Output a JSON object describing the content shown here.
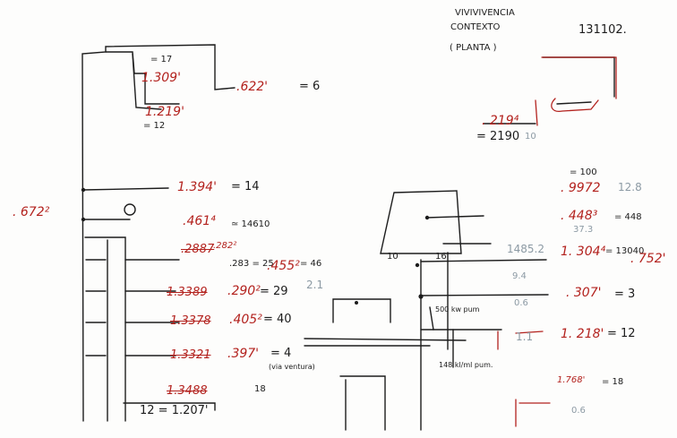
{
  "header": {
    "title_line1": "VIVIVIVENCIA",
    "title_line2": "CONTEXTO",
    "subtitle": "( PLANTA )",
    "date": "131102."
  },
  "left": {
    "top_eq": "= 17",
    "top_red1": "1.309'",
    "top_red2": ".622'",
    "top_val": "= 6",
    "mid_red": "1.219'",
    "mid_val": "= 12",
    "margin_red": ". 672²",
    "r1_red": "1.394'",
    "r1_val": "= 14",
    "r2_red": ".461⁴",
    "r2_val": "≃ 14610",
    "r3_red_scrib": ".2887",
    "r3_red": ".282²",
    "r3_val": ".283 = 25",
    "r3_side": ".455²",
    "r3_side_val": "= 46",
    "r3_gray": "2.1",
    "r4_scrib": "1.3389",
    "r4_red": ".290²",
    "r4_val": "= 29",
    "r5_scrib": "1.3378",
    "r5_red": ".405²",
    "r5_val": "= 40",
    "r6_scrib": "1.3321",
    "r6_red": ".397'",
    "r6_val": "= 4",
    "r6_note": "(via ventura)",
    "bottom_scrib": "1.3488",
    "bottom_val": "18",
    "bottom_eq": "12 = 1.207'"
  },
  "right": {
    "top_red": ". 219⁴",
    "top_val": "= 2190",
    "top_gray": "10",
    "a_val": "= 100",
    "a_red": ". 9972",
    "a_gray": "12.8",
    "b_red": ". 448³",
    "b_val": "= 448",
    "b_gray": "37.3",
    "c_gray": "1485.2",
    "c_red": "1. 304⁴",
    "c_val": "= 13040",
    "c_red2": ". 752'",
    "c_gray2": "9.4",
    "d_gray": "0.6",
    "d_red": ". 307'",
    "d_val": "= 3",
    "note1": "500 kw pum",
    "e_gray": "1.1",
    "e_red": "1. 218'",
    "e_val": "= 12",
    "note2": "148 kl/ml pum.",
    "f_red": "1.768'",
    "f_val": "= 18",
    "f_gray": "0.6",
    "left_mark": "10",
    "mark_16": "16"
  }
}
